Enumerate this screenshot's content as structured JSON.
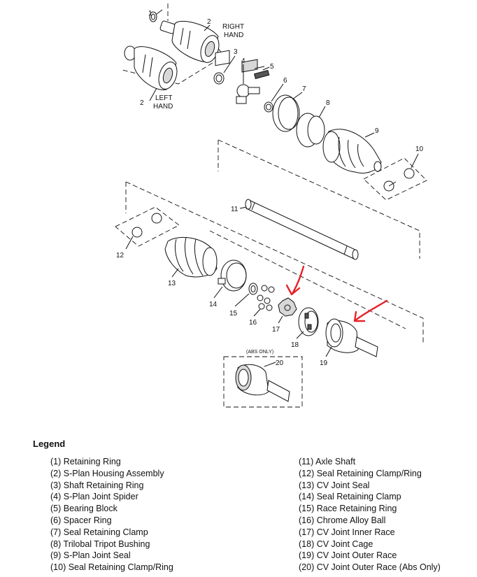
{
  "diagram": {
    "labels": {
      "right_hand_1": "RIGHT",
      "right_hand_2": "HAND",
      "left_hand_1": "LEFT",
      "left_hand_2": "HAND",
      "abs_only": "(ABS ONLY)"
    },
    "callouts": {
      "c1": "1",
      "c2a": "2",
      "c2b": "2",
      "c3": "3",
      "c4": "4",
      "c5": "5",
      "c6": "6",
      "c7": "7",
      "c8": "8",
      "c9": "9",
      "c10": "10",
      "c11": "11",
      "c12": "12",
      "c13": "13",
      "c14": "14",
      "c15": "15",
      "c16": "16",
      "c17": "17",
      "c18": "18",
      "c19": "19",
      "c20": "20"
    },
    "annotation_color": "#e8232a"
  },
  "legend": {
    "title": "Legend",
    "left": [
      "(1)  Retaining Ring",
      "(2)  S-Plan Housing Assembly",
      "(3)  Shaft Retaining Ring",
      "(4)  S-Plan Joint Spider",
      "(5)  Bearing Block",
      "(6)  Spacer Ring",
      "(7)  Seal Retaining Clamp",
      "(8)  Trilobal Tripot Bushing",
      "(9)  S-Plan Joint Seal",
      "(10)  Seal Retaining Clamp/Ring"
    ],
    "right": [
      "(11)  Axle Shaft",
      "(12)  Seal Retaining Clamp/Ring",
      "(13)  CV Joint Seal",
      "(14)  Seal Retaining Clamp",
      "(15)  Race Retaining Ring",
      "(16)  Chrome Alloy Ball",
      "(17)  CV Joint Inner Race",
      "(18)  CV Joint Cage",
      "(19)  CV Joint Outer Race",
      "(20)  CV Joint Outer Race (Abs Only)"
    ]
  }
}
